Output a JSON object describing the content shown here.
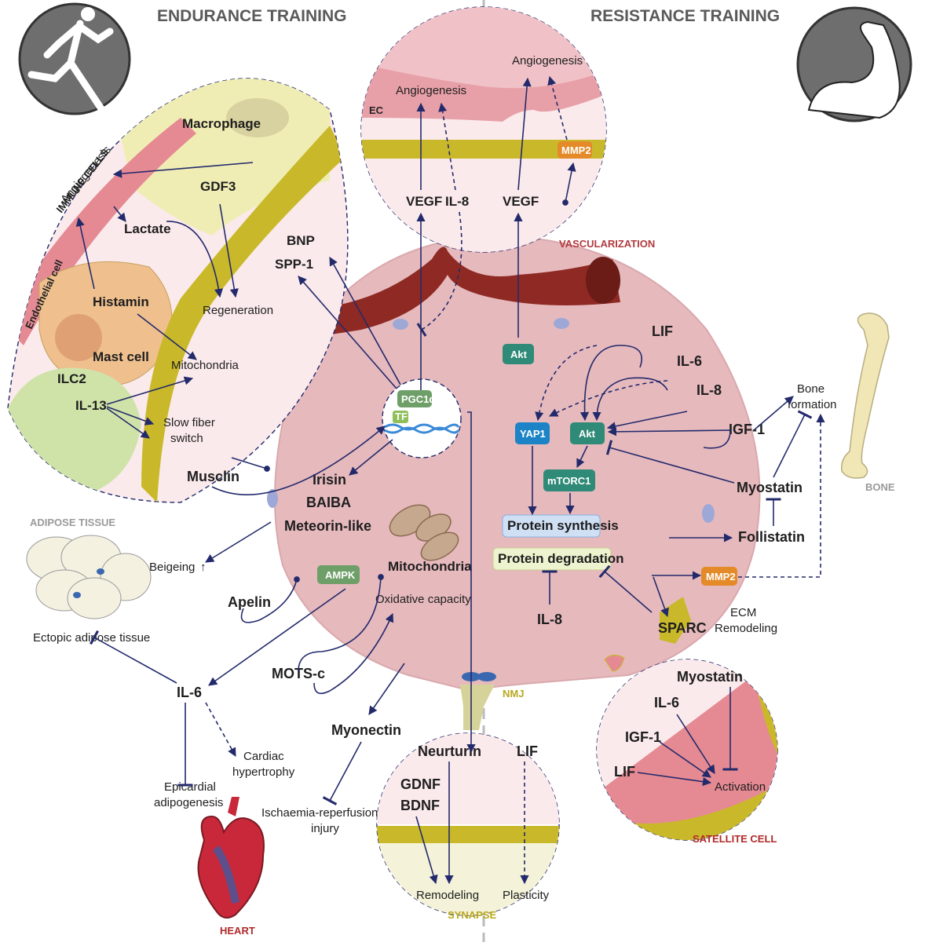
{
  "headers": {
    "endurance": "ENDURANCE TRAINING",
    "resistance": "RESISTANCE TRAINING"
  },
  "icons": {
    "runner": "runner-icon",
    "arm": "flexed-arm-icon",
    "heart": "heart-icon",
    "bone": "bone-icon",
    "adipose": "adipose-cells-icon",
    "mitochondria": "mitochondria-icon"
  },
  "regions": {
    "immune_cells": "IMMUNE CELLS",
    "endothelial_cell": "Endothelial cell",
    "macrophage": "Macrophage",
    "mast_cell": "Mast cell",
    "ilc2": "ILC2",
    "ec": "EC",
    "vascularization": "VASCULARIZATION",
    "adipose_tissue": "ADIPOSE TISSUE",
    "bone": "BONE",
    "nmj": "NMJ",
    "synapse": "SYNAPSE",
    "satellite_cell": "SATELLITE CELL",
    "heart": "HEART"
  },
  "immune": {
    "angiogenesis": "Angiogenesis",
    "lactate": "Lactate",
    "gdf3": "GDF3",
    "bnp": "BNP",
    "spp1": "SPP-1",
    "regeneration": "Regeneration",
    "histamin": "Histamin",
    "mitochondria": "Mitochondria",
    "il13": "IL-13",
    "slow_fiber": [
      "Slow fiber",
      "switch"
    ]
  },
  "vessel": {
    "angiogenesis_left": "Angiogenesis",
    "angiogenesis_right": "Angiogenesis",
    "vegf_left": "VEGF",
    "il8": "IL-8",
    "vegf_right": "VEGF",
    "mmp2": "MMP2"
  },
  "muscle": {
    "pgc1a": "PGC1α",
    "tf": "TF",
    "musclin": "Musclin",
    "irisin": "Irisin",
    "baiba": "BAIBA",
    "meteorin": "Meteorin-like",
    "beigeing": "Beigeing",
    "mitochondria": "Mitochondria",
    "ampk": "AMPK",
    "apelin": "Apelin",
    "oxidative": "Oxidative capacity",
    "motsc": "MOTS-c",
    "myonectin": "Myonectin",
    "akt_top": "Akt",
    "lif": "LIF",
    "il6": "IL-6",
    "il8": "IL-8",
    "igf1": "IGF-1",
    "yap1": "YAP1",
    "akt": "Akt",
    "mtorc1": "mTORC1",
    "protein_synthesis": "Protein synthesis",
    "protein_degradation": "Protein degradation",
    "il8_bottom": "IL-8",
    "myostatin": "Myostatin",
    "follistatin": "Follistatin",
    "mmp2": "MMP2",
    "sparc": "SPARC",
    "ecm": [
      "ECM",
      "Remodeling"
    ],
    "bone_formation": [
      "Bone",
      "formation"
    ]
  },
  "left_bottom": {
    "ectopic": "Ectopic adipose tissue",
    "il6": "IL-6",
    "cardiac": [
      "Cardiac",
      "hypertrophy"
    ],
    "epicardial": [
      "Epicardial",
      "adipogenesis"
    ],
    "ischaemia": [
      "Ischaemia-reperfusion",
      "injury"
    ]
  },
  "synapse": {
    "neurturin": "Neurturin",
    "gdnf": "GDNF",
    "bdnf": "BDNF",
    "lif": "LIF",
    "remodeling": "Remodeling",
    "plasticity": "Plasticity"
  },
  "satellite": {
    "myostatin": "Myostatin",
    "il6": "IL-6",
    "igf1": "IGF-1",
    "lif": "LIF",
    "activation": "Activation"
  },
  "colors": {
    "muscle": "#e6b9bd",
    "immune_bg": "#fbeaec",
    "endothelial": "#e58a93",
    "macrophage": "#f0edb4",
    "mast_cell": "#efc08e",
    "ilc2": "#cfe3a9",
    "ecm_yellow": "#c9b92a",
    "arrow": "#232a6b",
    "vessel": "#8e2a23",
    "vascular_label": "#b23a3f",
    "immune_label": "#b8a81e",
    "macrophage_label": "#a99a2a",
    "mast_label": "#8c3b2b",
    "ilc2_label": "#2a8a2a",
    "satellite_label": "#b02a2a",
    "teal_box": "#2f8a77",
    "blue_box": "#1c84c6",
    "green_box": "#6f9f68",
    "orange_box": "#e48a29",
    "synthesis_box": "#cfe0f5",
    "degradation_box": "#eef3cf"
  }
}
